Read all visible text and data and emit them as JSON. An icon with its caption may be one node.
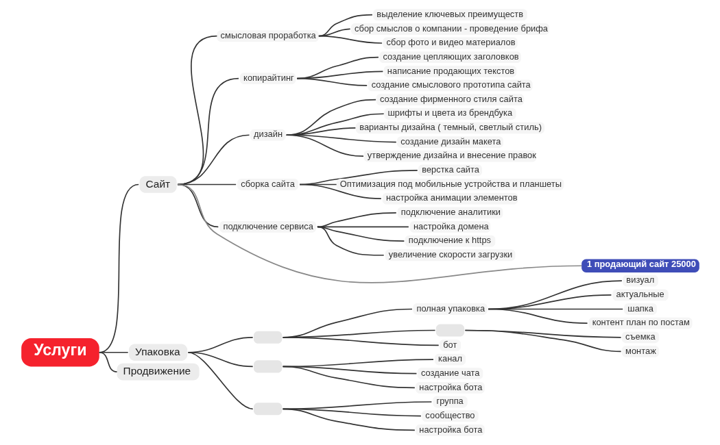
{
  "diagram": {
    "nodes": [
      {
        "text": [
          "Услуги"
        ]
      },
      {
        "text": [
          "Сайт"
        ]
      },
      {
        "text": [
          "смысловая проработка"
        ]
      },
      {
        "text": [
          "выделение ключевых преимуществ"
        ]
      },
      {
        "text": [
          "сбор смыслов о компании - проведение брифа"
        ]
      },
      {
        "text": [
          "сбор фото и видео материалов"
        ]
      },
      {
        "text": [
          "копирайтинг"
        ]
      },
      {
        "text": [
          "создание цепляющих заголовков"
        ]
      },
      {
        "text": [
          "написание продающих текстов"
        ]
      },
      {
        "text": [
          "создание смыслового прототипа сайта"
        ]
      },
      {
        "text": [
          "дизайн"
        ]
      },
      {
        "text": [
          "создание фирменного стиля сайта"
        ]
      },
      {
        "text": [
          "шрифты и цвета из брендбука"
        ]
      },
      {
        "text": [
          "варианты дизайна ( темный, светлый стиль)"
        ]
      },
      {
        "text": [
          "создание дизайн макета"
        ]
      },
      {
        "text": [
          "утверждение дизайна и внесение правок"
        ]
      },
      {
        "text": [
          "сборка сайта"
        ]
      },
      {
        "text": [
          "верстка сайта"
        ]
      },
      {
        "text": [
          "Оптимизация под мобильные устройства и планшеты"
        ]
      },
      {
        "text": [
          "настройка анимации элементов"
        ]
      },
      {
        "text": [
          "подключение сервиса"
        ]
      },
      {
        "text": [
          "подключение аналитики"
        ]
      },
      {
        "text": [
          "настройка домена"
        ]
      },
      {
        "text": [
          "подключение к https"
        ]
      },
      {
        "text": [
          "увеличение скорости загрузки"
        ]
      },
      {
        "text": [
          "1 продающий сайт 25000"
        ]
      },
      {
        "text": [
          "Упаковка"
        ]
      },
      {
        "text": [],
        "shape": "box"
      },
      {
        "text": [
          "полная упаковка"
        ]
      },
      {
        "text": [
          "визуал"
        ]
      },
      {
        "text": [
          "актуальные"
        ]
      },
      {
        "text": [
          "шапка"
        ]
      },
      {
        "text": [
          "контент план по постам"
        ]
      },
      {
        "text": [],
        "shape": "box"
      },
      {
        "text": [
          "съемка"
        ]
      },
      {
        "text": [
          "монтаж"
        ]
      },
      {
        "text": [
          "бот"
        ]
      },
      {
        "text": [],
        "shape": "box"
      },
      {
        "text": [
          "канал"
        ]
      },
      {
        "text": [
          "создание чата"
        ]
      },
      {
        "text": [
          "настройка бота"
        ]
      },
      {
        "text": [],
        "shape": "box"
      },
      {
        "text": [
          "группа"
        ]
      },
      {
        "text": [
          "сообщество"
        ]
      },
      {
        "text": [
          "настройка бота"
        ]
      },
      {
        "text": [
          "Продвижение"
        ]
      }
    ],
    "edges": [
      {
        "from": 0,
        "to": 1,
        "arrow": "none"
      },
      {
        "from": 1,
        "to": 2,
        "arrow": "none"
      },
      {
        "from": 2,
        "to": 3,
        "arrow": "none"
      },
      {
        "from": 2,
        "to": 4,
        "arrow": "none"
      },
      {
        "from": 2,
        "to": 5,
        "arrow": "none"
      },
      {
        "from": 1,
        "to": 6,
        "arrow": "none"
      },
      {
        "from": 6,
        "to": 7,
        "arrow": "none"
      },
      {
        "from": 6,
        "to": 8,
        "arrow": "none"
      },
      {
        "from": 6,
        "to": 9,
        "arrow": "none"
      },
      {
        "from": 1,
        "to": 10,
        "arrow": "none"
      },
      {
        "from": 10,
        "to": 11,
        "arrow": "none"
      },
      {
        "from": 10,
        "to": 12,
        "arrow": "none"
      },
      {
        "from": 10,
        "to": 13,
        "arrow": "none"
      },
      {
        "from": 10,
        "to": 14,
        "arrow": "none"
      },
      {
        "from": 10,
        "to": 15,
        "arrow": "none"
      },
      {
        "from": 1,
        "to": 16,
        "arrow": "none"
      },
      {
        "from": 16,
        "to": 17,
        "arrow": "none"
      },
      {
        "from": 16,
        "to": 18,
        "arrow": "none"
      },
      {
        "from": 16,
        "to": 19,
        "arrow": "none"
      },
      {
        "from": 1,
        "to": 20,
        "arrow": "none"
      },
      {
        "from": 20,
        "to": 21,
        "arrow": "none"
      },
      {
        "from": 20,
        "to": 22,
        "arrow": "none"
      },
      {
        "from": 20,
        "to": 23,
        "arrow": "none"
      },
      {
        "from": 20,
        "to": 24,
        "arrow": "none"
      },
      {
        "from": 1,
        "to": 25,
        "arrow": "none",
        "color": "#888888"
      },
      {
        "from": 0,
        "to": 26,
        "arrow": "none"
      },
      {
        "from": 26,
        "to": 27,
        "arrow": "none"
      },
      {
        "from": 27,
        "to": 28,
        "arrow": "none"
      },
      {
        "from": 28,
        "to": 29,
        "arrow": "none"
      },
      {
        "from": 28,
        "to": 30,
        "arrow": "none"
      },
      {
        "from": 28,
        "to": 31,
        "arrow": "none"
      },
      {
        "from": 28,
        "to": 32,
        "arrow": "none"
      },
      {
        "from": 27,
        "to": 33,
        "arrow": "none"
      },
      {
        "from": 33,
        "to": 34,
        "arrow": "none"
      },
      {
        "from": 33,
        "to": 35,
        "arrow": "none"
      },
      {
        "from": 27,
        "to": 36,
        "arrow": "none"
      },
      {
        "from": 26,
        "to": 37,
        "arrow": "none"
      },
      {
        "from": 37,
        "to": 38,
        "arrow": "none"
      },
      {
        "from": 37,
        "to": 39,
        "arrow": "none"
      },
      {
        "from": 37,
        "to": 40,
        "arrow": "none"
      },
      {
        "from": 26,
        "to": 41,
        "arrow": "none"
      },
      {
        "from": 41,
        "to": 42,
        "arrow": "none"
      },
      {
        "from": 41,
        "to": 43,
        "arrow": "none"
      },
      {
        "from": 41,
        "to": 44,
        "arrow": "none"
      },
      {
        "from": 0,
        "to": 45,
        "arrow": "none"
      }
    ]
  }
}
